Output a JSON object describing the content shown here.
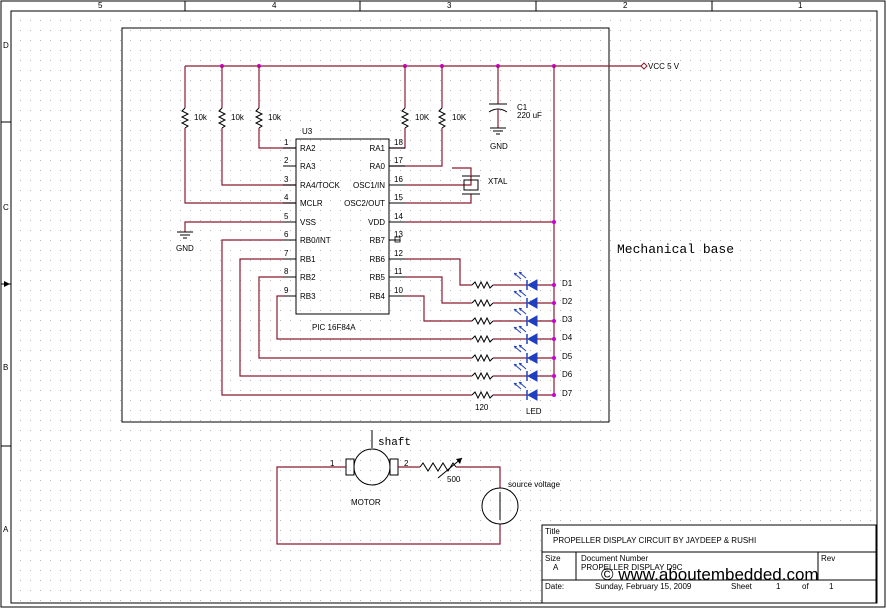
{
  "border": {
    "top_zones": [
      "5",
      "4",
      "3",
      "2",
      "1"
    ],
    "left_zones": [
      "D",
      "C",
      "B",
      "A"
    ]
  },
  "ic": {
    "ref": "U3",
    "part": "PIC 16F84A",
    "left_pins": [
      {
        "num": "1",
        "name": "RA2"
      },
      {
        "num": "2",
        "name": "RA3"
      },
      {
        "num": "3",
        "name": "RA4/TOCK"
      },
      {
        "num": "4",
        "name": "MCLR"
      },
      {
        "num": "5",
        "name": "VSS"
      },
      {
        "num": "6",
        "name": "RB0/INT"
      },
      {
        "num": "7",
        "name": "RB1"
      },
      {
        "num": "8",
        "name": "RB2"
      },
      {
        "num": "9",
        "name": "RB3"
      }
    ],
    "right_pins": [
      {
        "num": "18",
        "name": "RA1"
      },
      {
        "num": "17",
        "name": "RA0"
      },
      {
        "num": "16",
        "name": "OSC1/IN"
      },
      {
        "num": "15",
        "name": "OSC2/OUT"
      },
      {
        "num": "14",
        "name": "VDD"
      },
      {
        "num": "13",
        "name": "RB7"
      },
      {
        "num": "12",
        "name": "RB6"
      },
      {
        "num": "11",
        "name": "RB5"
      },
      {
        "num": "10",
        "name": "RB4"
      }
    ]
  },
  "pullups": [
    "10k",
    "10k",
    "10k",
    "10K",
    "10K"
  ],
  "vcc_label": "VCC 5 V",
  "cap": {
    "ref": "C1",
    "value": "220 uF"
  },
  "gnd_label": "GND",
  "xtal_label": "XTAL",
  "leds": [
    "D1",
    "D2",
    "D3",
    "D4",
    "D5",
    "D6",
    "D7"
  ],
  "resistor_value": "120",
  "led_label": "LED",
  "mechanical_base": "Mechanical base",
  "motor": {
    "shaft": "shaft",
    "label": "MOTOR",
    "pin1": "1",
    "pin2": "2"
  },
  "pot_value": "500",
  "source_label": "source voltage",
  "title_block": {
    "title_caption": "Title",
    "title": "PROPELLER DISPLAY CIRCUIT BY JAYDEEP  & RUSHI",
    "size_caption": "Size",
    "size": "A",
    "docnum_caption": "Document Number",
    "docnum": "PROPELLER DISPLAY D9C",
    "rev_caption": "Rev",
    "date_caption": "Date:",
    "date": "Sunday, February 15, 2009",
    "sheet_caption": "Sheet",
    "sheet_num": "1",
    "of_caption": "of",
    "sheet_total": "1"
  },
  "watermark": "© www.aboutembedded.com"
}
